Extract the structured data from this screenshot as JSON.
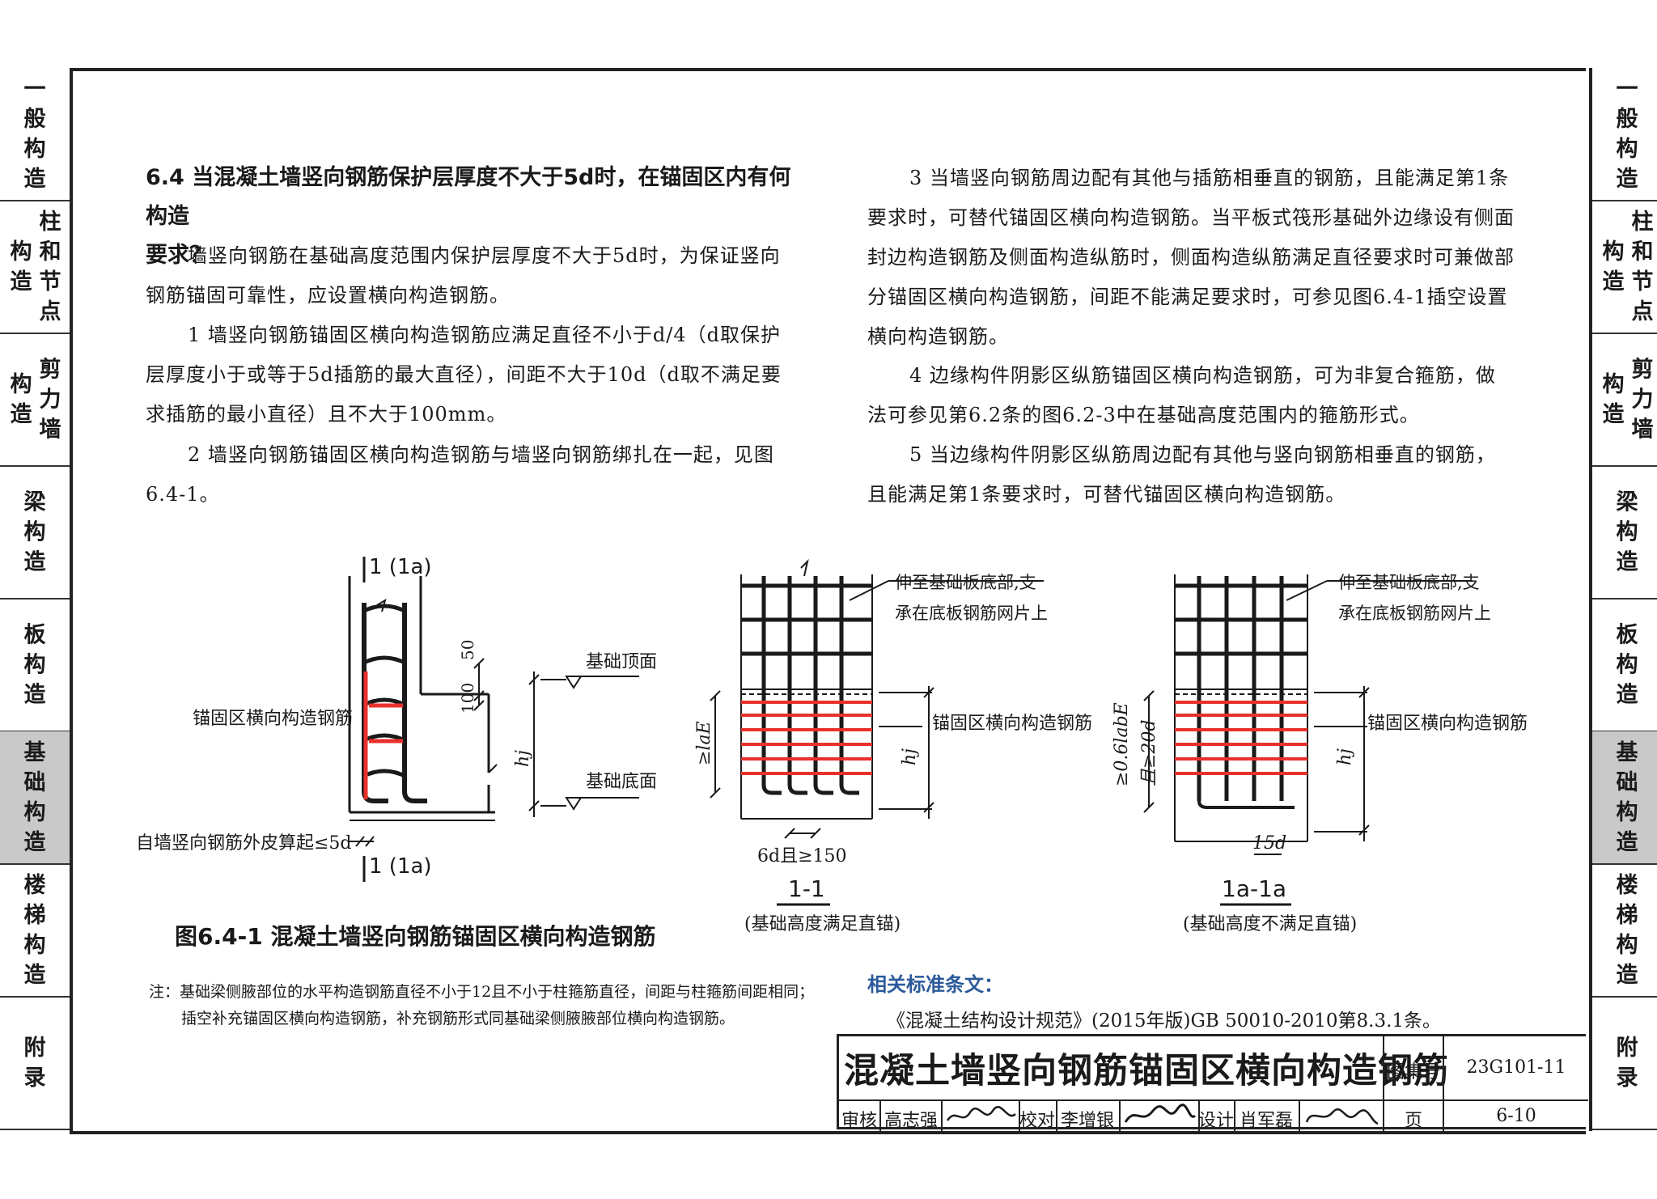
{
  "side_tabs": [
    {
      "cols": [
        "一般构造"
      ]
    },
    {
      "cols": [
        "构造",
        "柱和节点"
      ]
    },
    {
      "cols": [
        "构造",
        "剪力墙"
      ]
    },
    {
      "cols": [
        "梁构造"
      ]
    },
    {
      "cols": [
        "板构造"
      ]
    },
    {
      "cols": [
        "基础构造"
      ],
      "active": true
    },
    {
      "cols": [
        "楼梯构造"
      ]
    },
    {
      "cols": [
        "附录"
      ]
    }
  ],
  "heading": {
    "line1": "6.4  当混凝土墙竖向钢筋保护层厚度不大于5d时，在锚固区内有何构造",
    "line2": "要求？"
  },
  "left_paras": [
    "墙竖向钢筋在基础高度范围内保护层厚度不大于5d时，为保证竖向钢筋锚固可靠性，应设置横向构造钢筋。",
    "1 墙竖向钢筋锚固区横向构造钢筋应满足直径不小于d/4（d取保护层厚度小于或等于5d插筋的最大直径），间距不大于10d（d取不满足要求插筋的最小直径）且不大于100mm。",
    "2 墙竖向钢筋锚固区横向构造钢筋与墙竖向钢筋绑扎在一起，见图6.4-1。"
  ],
  "right_paras": [
    "3 当墙竖向钢筋周边配有其他与插筋相垂直的钢筋，且能满足第1条要求时，可替代锚固区横向构造钢筋。当平板式筏形基础外边缘设有侧面封边构造钢筋及侧面构造纵筋时，侧面构造纵筋满足直径要求时可兼做部分锚固区横向构造钢筋，间距不能满足要求时，可参见图6.4-1插空设置横向构造钢筋。",
    "4 边缘构件阴影区纵筋锚固区横向构造钢筋，可为非复合箍筋，做法可参见第6.2条的图6.2-3中在基础高度范围内的箍筋形式。",
    "5 当边缘构件阴影区纵筋周边配有其他与竖向钢筋相垂直的钢筋，且能满足第1条要求时，可替代锚固区横向构造钢筋。"
  ],
  "figure": {
    "section_mark": "1 (1a)",
    "dim_50": "50",
    "dim_100": "100",
    "label_anchor_rebar": "锚固区横向构造钢筋",
    "label_top": "基础顶面",
    "label_bottom": "基础底面",
    "label_hj": "hj",
    "label_cover": "自墙竖向钢筋外皮算起≤5d",
    "label_extend_1": "伸至基础板底部,支",
    "label_extend_2": "承在底板钢筋网片上",
    "label_lae": "≥laE",
    "label_spacing": "6d且≥150",
    "label_06": "≥0.6labE",
    "label_20d": "且≥20d",
    "label_15d": "15d",
    "sec1_title": "1-1",
    "sec1_sub": "(基础高度满足直锚)",
    "sec2_title": "1a-1a",
    "sec2_sub": "(基础高度不满足直锚)",
    "title": "图6.4-1  混凝土墙竖向钢筋锚固区横向构造钢筋"
  },
  "note": {
    "line1": "注：基础梁侧腋部位的水平构造钢筋直径不小于12且不小于柱箍筋直径，间距与柱箍筋间距相同；",
    "line2": "插空补充锚固区横向构造钢筋，补充钢筋形式同基础梁侧腋腋部位横向构造钢筋。"
  },
  "related": {
    "title": "相关标准条文：",
    "text": "《混凝土结构设计规范》(2015年版)GB 50010-2010第8.3.1条。"
  },
  "title_block": {
    "title": "混凝土墙竖向钢筋锚固区横向构造钢筋",
    "atlas_label": "图集号",
    "atlas_no": "23G101-11",
    "review_label": "审核",
    "reviewer": "高志强",
    "check_label": "校对",
    "checker": "李增银",
    "design_label": "设计",
    "designer": "肖军磊",
    "page_label": "页",
    "page_no": "6-10"
  },
  "colors": {
    "rebar_red": "#e8312c",
    "ink": "#1a1a1a",
    "blue": "#2b5a9a",
    "active_tab": "#c9c9c9"
  }
}
